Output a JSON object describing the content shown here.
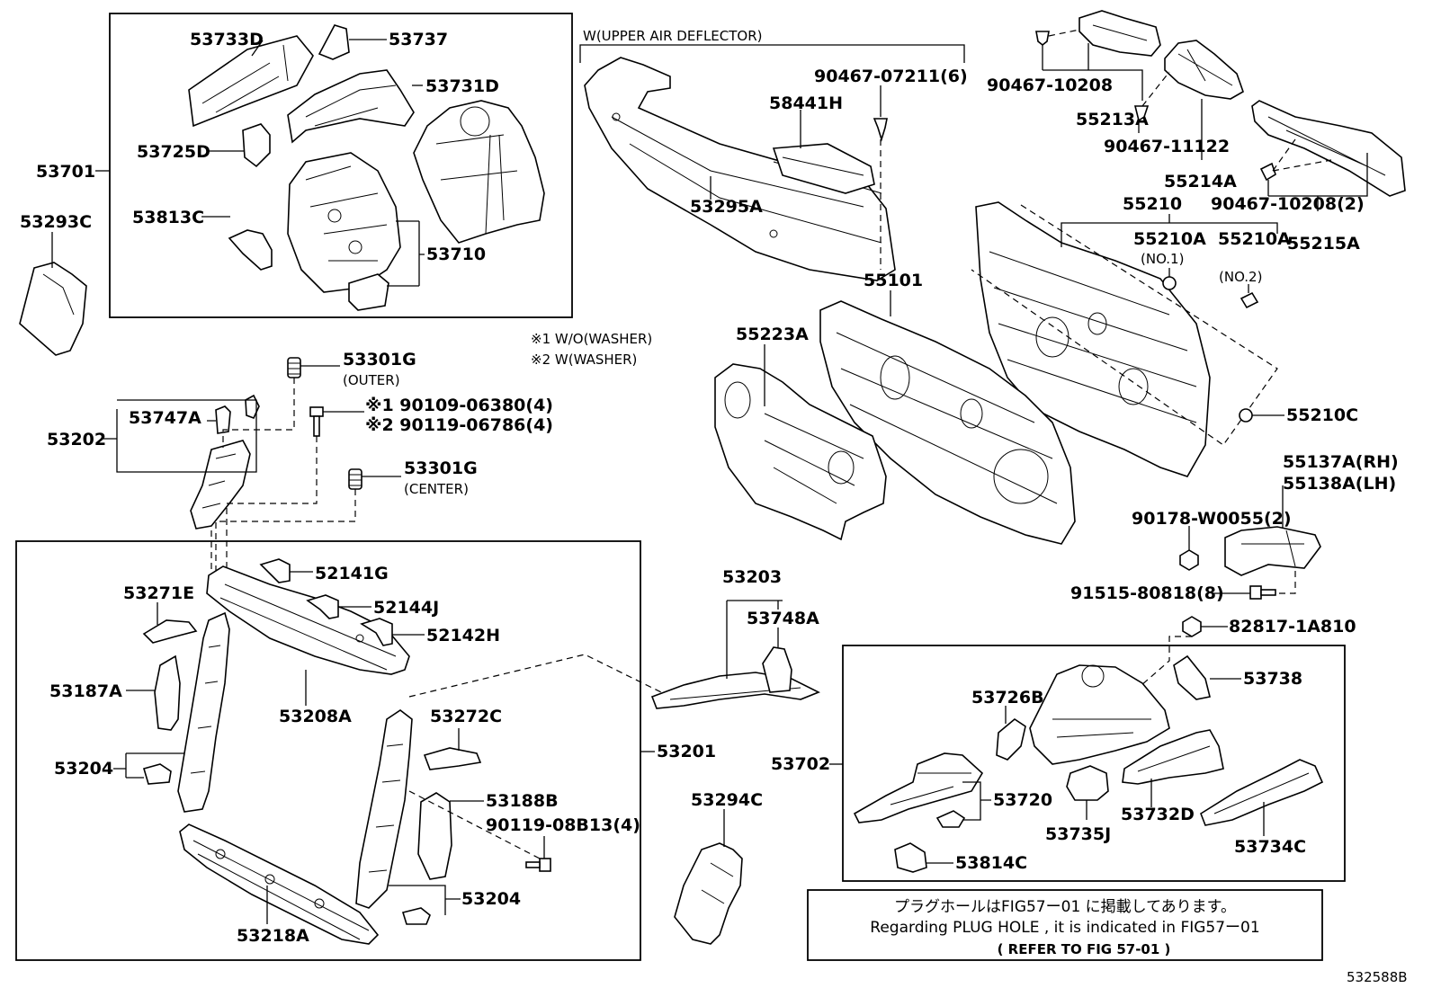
{
  "diagram_id": "532588B",
  "labels": {
    "p53733D": "53733D",
    "p53737": "53737",
    "p53731D": "53731D",
    "p53725D": "53725D",
    "p53701": "53701",
    "p53813C": "53813C",
    "p53710": "53710",
    "p53293C": "53293C",
    "p53301G_outer": "53301G",
    "outer": "(OUTER)",
    "p53747A": "53747A",
    "p53202": "53202",
    "bolt1": "※1 90109-06380(4)",
    "bolt2": "※2 90119-06786(4)",
    "p53301G_center": "53301G",
    "center": "(CENTER)",
    "wo_washer": "※1 W/O(WASHER)",
    "w_washer": "※2 W(WASHER)",
    "upper_deflector": "W(UPPER AIR DEFLECTOR)",
    "p90467_07211": "90467-07211(6)",
    "p58441H": "58441H",
    "p53295A": "53295A",
    "p90467_10208": "90467-10208",
    "p55213A": "55213A",
    "p90467_11122": "90467-11122",
    "p55214A": "55214A",
    "p90467_10208_2": "90467-10208(2)",
    "p55215A": "55215A",
    "p55210": "55210",
    "p55210A_1": "55210A",
    "no1": "(NO.1)",
    "p55210A_2": "55210A",
    "no2": "(NO.2)",
    "p55101": "55101",
    "p55223A": "55223A",
    "p55210C": "55210C",
    "p55137A": "55137A(RH)",
    "p55138A": "55138A(LH)",
    "p90178": "90178-W0055(2)",
    "p91515": "91515-80818(8)",
    "p82817": "82817-1A810",
    "p52141G": "52141G",
    "p52144J": "52144J",
    "p52142H": "52142H",
    "p53271E": "53271E",
    "p53187A": "53187A",
    "p53204_a": "53204",
    "p53208A": "53208A",
    "p53272C": "53272C",
    "p53201": "53201",
    "p53188B": "53188B",
    "p90119_08B13": "90119-08B13(4)",
    "p53204_b": "53204",
    "p53218A": "53218A",
    "p53203": "53203",
    "p53748A": "53748A",
    "p53294C": "53294C",
    "p53702": "53702",
    "p53726B": "53726B",
    "p53738": "53738",
    "p53720": "53720",
    "p53735J": "53735J",
    "p53732D": "53732D",
    "p53734C": "53734C",
    "p53814C": "53814C"
  },
  "note": {
    "line1": "プラグホールはFIG57ー01 に掲載してあります。",
    "line2": "Regarding PLUG HOLE , it is indicated in FIG57ー01",
    "line3": "(    REFER TO FIG 57-01  )"
  }
}
